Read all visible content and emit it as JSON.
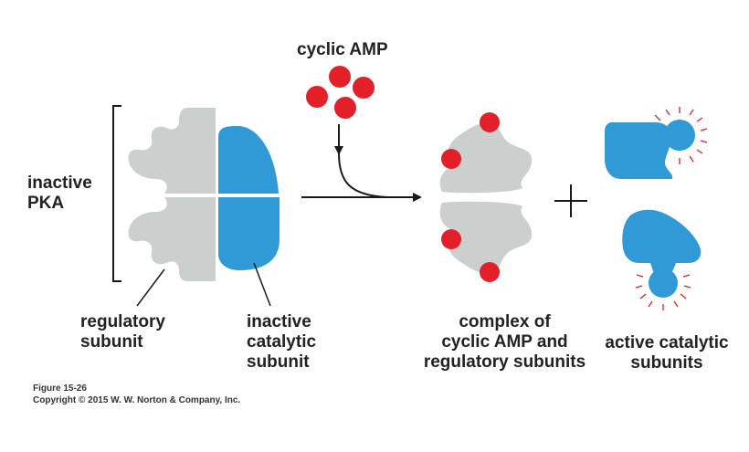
{
  "figure": {
    "labels": {
      "cyclic_amp": "cyclic AMP",
      "inactive_pka": [
        "inactive",
        "PKA"
      ],
      "regulatory_subunit": [
        "regulatory",
        "subunit"
      ],
      "inactive_catalytic_subunit": [
        "inactive",
        "catalytic",
        "subunit"
      ],
      "complex": [
        "complex of",
        "cyclic AMP and",
        "regulatory subunits"
      ],
      "active_catalytic": [
        "active catalytic",
        "subunits"
      ],
      "plus": "+"
    },
    "caption": {
      "figure_number": "Figure 15-26",
      "copyright": "Copyright © 2015 W. W. Norton & Company, Inc."
    },
    "colors": {
      "regulatory": "#cbd0ce",
      "catalytic": "#2f9ad6",
      "camp": "#e3202a",
      "line": "#1a1a1a"
    }
  }
}
